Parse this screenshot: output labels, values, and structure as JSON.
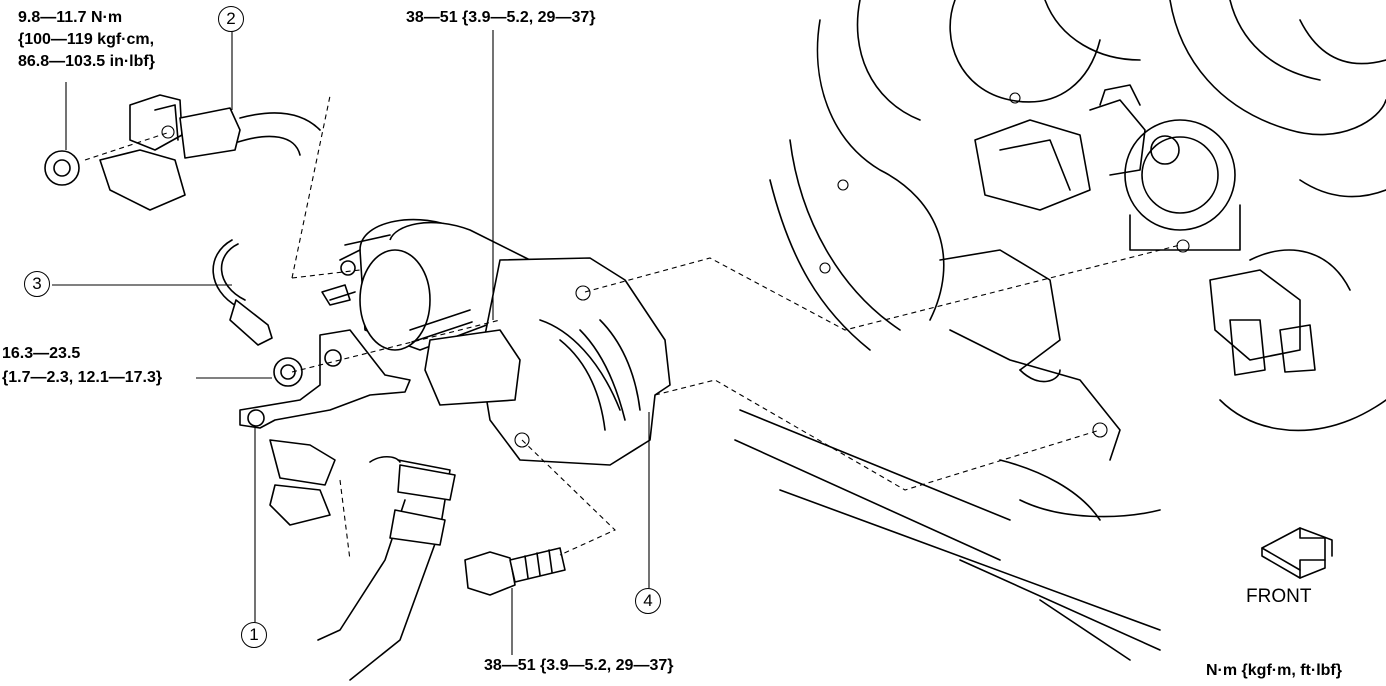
{
  "torque_labels": {
    "part2": [
      "9.8—11.7 N·m",
      "{100—119 kgf·cm,",
      "86.8—103.5 in·lbf}"
    ],
    "top_bolt": "38—51 {3.9—5.2, 29—37}",
    "nut": [
      "16.3—23.5",
      "{1.7—2.3, 12.1—17.3}"
    ],
    "bottom_bolt": "38—51 {3.9—5.2, 29—37}"
  },
  "callouts": [
    "1",
    "2",
    "3",
    "4"
  ],
  "direction_label": "FRONT",
  "units_note": "N·m {kgf·m, ft·lbf}"
}
